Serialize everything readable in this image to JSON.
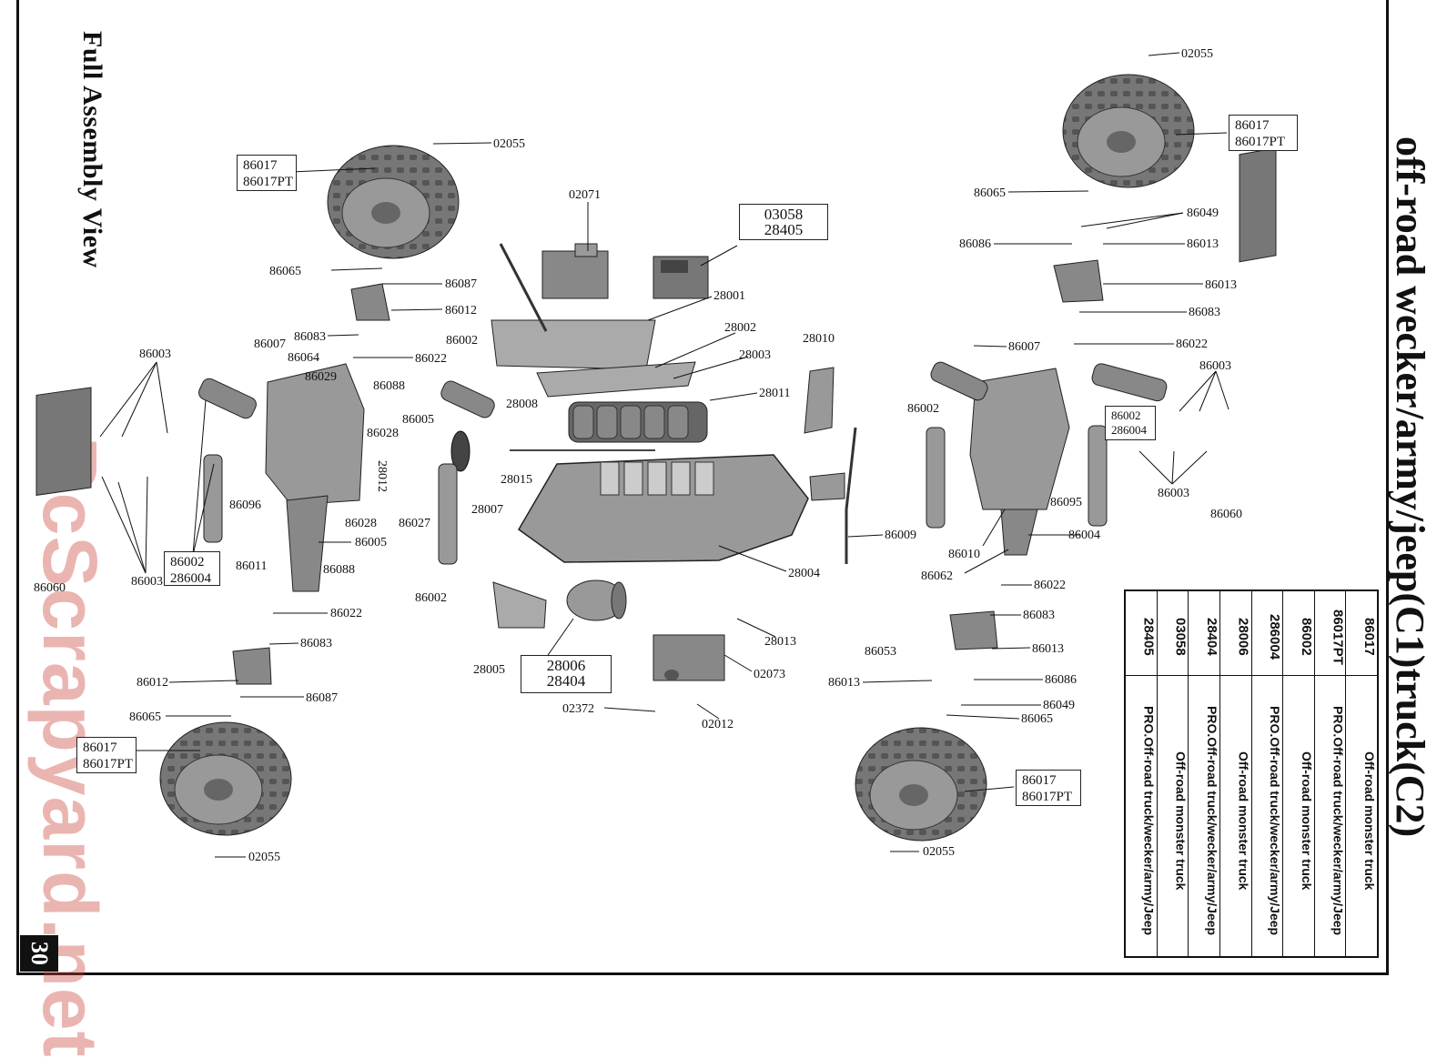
{
  "page": {
    "title_left": "Full Assembly View",
    "title_right": "off-road wecker/army/jeep(C1)truck(C2)",
    "page_number": "30",
    "watermark": "RcScrapyard.net"
  },
  "boxes": {
    "wheel_tl": [
      "86017",
      "86017PT"
    ],
    "wheel_bl": [
      "86017",
      "86017PT"
    ],
    "wheel_tr": [
      "86017",
      "86017PT"
    ],
    "wheel_br": [
      "86017",
      "86017PT"
    ],
    "esc": [
      "03058",
      "28405"
    ],
    "motor": [
      "28006",
      "28404"
    ],
    "shock_l": [
      "86002",
      "286004"
    ],
    "shock_r": [
      "86002",
      "286004"
    ]
  },
  "labels": [
    "02055",
    "86065",
    "86087",
    "86012",
    "86083",
    "86022",
    "86007",
    "86064",
    "86029",
    "86003",
    "86088",
    "86005",
    "86028",
    "28012",
    "86096",
    "86027",
    "86028",
    "86005",
    "86002",
    "286004",
    "86011",
    "86088",
    "86003",
    "86060",
    "86022",
    "86083",
    "86012",
    "86087",
    "86065",
    "02055",
    "86002",
    "86002",
    "28007",
    "28015",
    "28008",
    "02071",
    "28001",
    "28002",
    "28003",
    "28011",
    "28010",
    "28004",
    "28005",
    "28013",
    "02073",
    "02372",
    "02012",
    "86009",
    "02055",
    "86065",
    "86049",
    "86086",
    "86013",
    "86013",
    "86083",
    "86022",
    "86007",
    "86003",
    "86002",
    "86095",
    "86003",
    "86060",
    "86004",
    "86010",
    "86062",
    "86022",
    "86083",
    "86013",
    "86053",
    "86013",
    "86086",
    "86049",
    "86065",
    "02055"
  ],
  "table": [
    {
      "code": "86017",
      "desc": "Off-road monster truck"
    },
    {
      "code": "86017PT",
      "desc": "PRO.Off-road truck/wecker/army/Jeep"
    },
    {
      "code": "86002",
      "desc": "Off-road monster truck"
    },
    {
      "code": "286004",
      "desc": "PRO.Off-road truck/wecker/army/Jeep"
    },
    {
      "code": "28006",
      "desc": "Off-road monster truck"
    },
    {
      "code": "28404",
      "desc": "PRO.Off-road truck/wecker/army/Jeep"
    },
    {
      "code": "03058",
      "desc": "Off-road monster truck"
    },
    {
      "code": "28405",
      "desc": "PRO.Off-road truck/wecker/army/Jeep"
    }
  ]
}
